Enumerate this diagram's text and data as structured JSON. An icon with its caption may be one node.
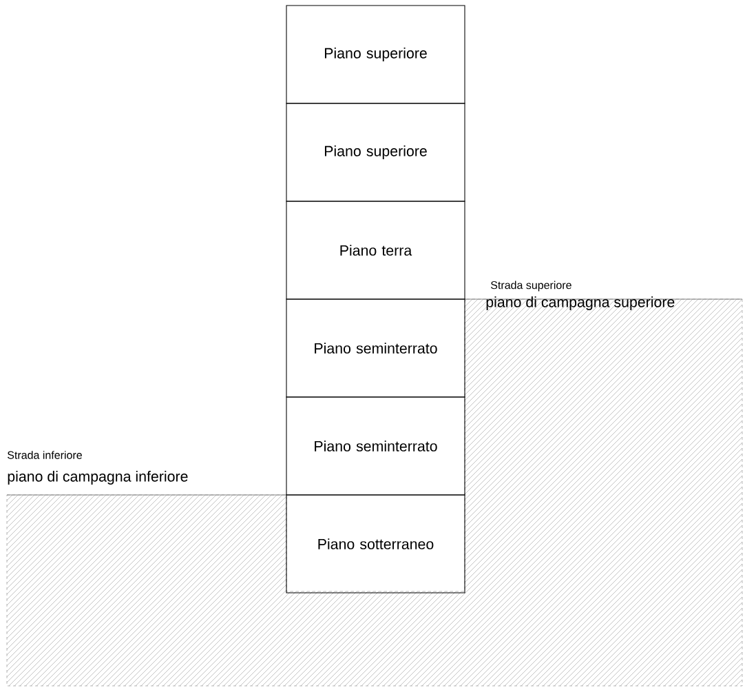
{
  "diagram": {
    "nodes": [
      {
        "text": [
          "Piano superiore"
        ]
      },
      {
        "text": [
          "Piano superiore"
        ]
      },
      {
        "text": [
          "Piano terra"
        ]
      },
      {
        "text": [
          "Piano seminterrato"
        ]
      },
      {
        "text": [
          "Piano seminterrato"
        ]
      },
      {
        "text": [
          "Piano sotterraneo"
        ]
      }
    ],
    "edges": [],
    "labels": [
      "Strada superiore",
      "piano di campagna superiore",
      "Strada inferiore",
      "piano di campagna inferiore"
    ]
  }
}
